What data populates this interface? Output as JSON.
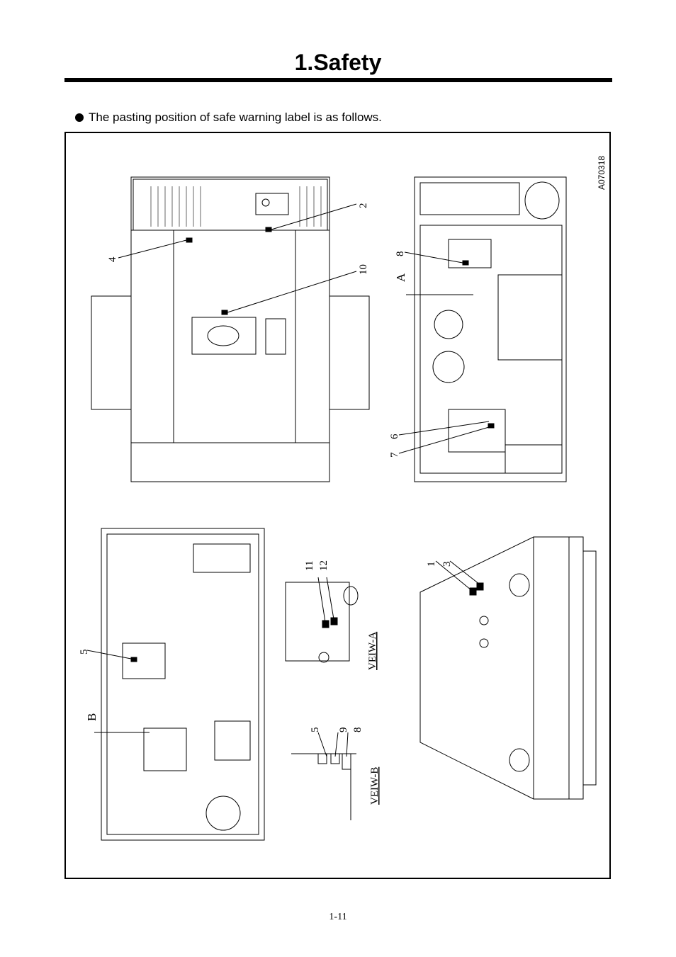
{
  "page": {
    "title": "1.Safety",
    "intro": "The pasting position of safe warning label is as follows.",
    "figure_code": "A070318",
    "page_number": "1-11"
  },
  "callouts": {
    "top_left": [
      "4",
      "2",
      "10"
    ],
    "top_right": [
      "8",
      "A",
      "6",
      "7"
    ],
    "bottom_left": [
      "5",
      "B"
    ],
    "view_a": [
      "11",
      "12"
    ],
    "view_a_title": "VEIW-A",
    "view_b": [
      "5",
      "9",
      "8"
    ],
    "view_b_title": "VEIW-B",
    "bottom_right": [
      "1",
      "3"
    ]
  },
  "colors": {
    "ink": "#000000",
    "paper": "#ffffff"
  }
}
